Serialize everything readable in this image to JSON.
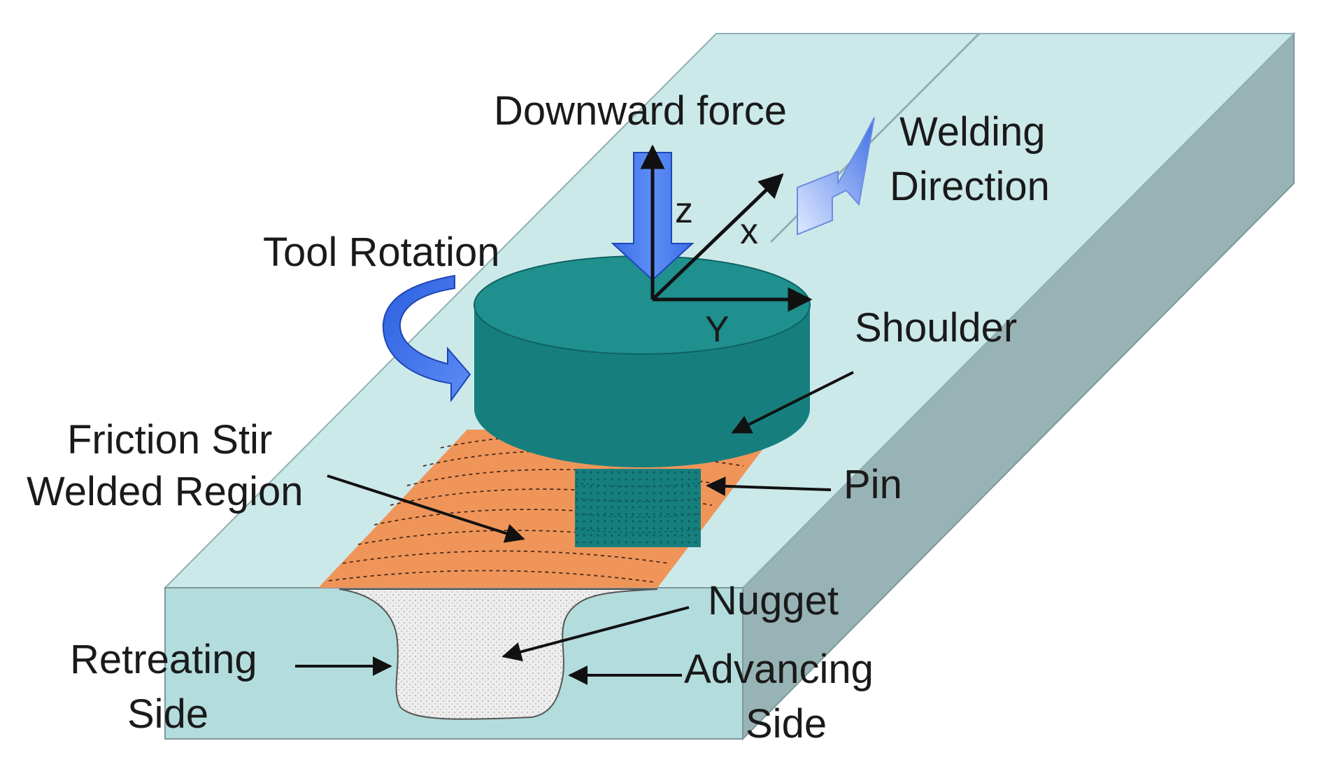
{
  "labels": {
    "downward_force": "Downward force",
    "welding_direction_1": "Welding",
    "welding_direction_2": "Direction",
    "tool_rotation": "Tool Rotation",
    "shoulder": "Shoulder",
    "fsw_region_1": "Friction Stir",
    "fsw_region_2": "Welded Region",
    "pin": "Pin",
    "nugget": "Nugget",
    "retreating_1": "Retreating",
    "retreating_2": "Side",
    "advancing_1": "Advancing",
    "advancing_2": "Side"
  },
  "axes": {
    "z": "z",
    "x": "x",
    "y": "Y"
  },
  "colors": {
    "plate_top": "#cce9ea",
    "plate_side": "#98b3b5",
    "plate_front": "#b3dcdd",
    "tool": "#167f7e",
    "tool_top": "#1f908e",
    "weld_region": "#f0955a",
    "nugget": "#ececec",
    "arrow_blue": "#3a6ee8"
  }
}
